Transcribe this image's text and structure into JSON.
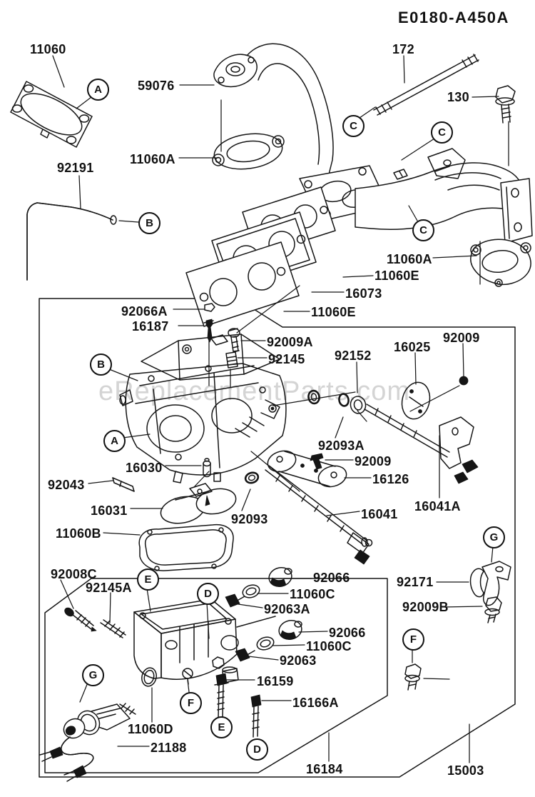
{
  "title": "E0180-A450A",
  "watermark": "eReplacementParts.com",
  "colors": {
    "line": "#151515",
    "background": "#ffffff",
    "watermark": "#ababab"
  },
  "part_labels": [
    "11060",
    "92191",
    "59076",
    "11060A",
    "172",
    "130",
    "11060A",
    "11060E",
    "16073",
    "11060E",
    "92066A",
    "16187",
    "92009A",
    "92145",
    "92152",
    "16025",
    "92009",
    "92093A",
    "92009",
    "16126",
    "16041",
    "16041A",
    "16030",
    "92043",
    "16031",
    "11060B",
    "92093",
    "92171",
    "92009B",
    "92008C",
    "92145A",
    "92066",
    "11060C",
    "92063A",
    "92066",
    "11060C",
    "92063",
    "16159",
    "16166A",
    "11060D",
    "21188",
    "16184",
    "15003"
  ],
  "callouts": [
    "A",
    "B",
    "C",
    "C",
    "C",
    "B",
    "A",
    "E",
    "D",
    "G",
    "F",
    "G",
    "F",
    "E",
    "D"
  ]
}
